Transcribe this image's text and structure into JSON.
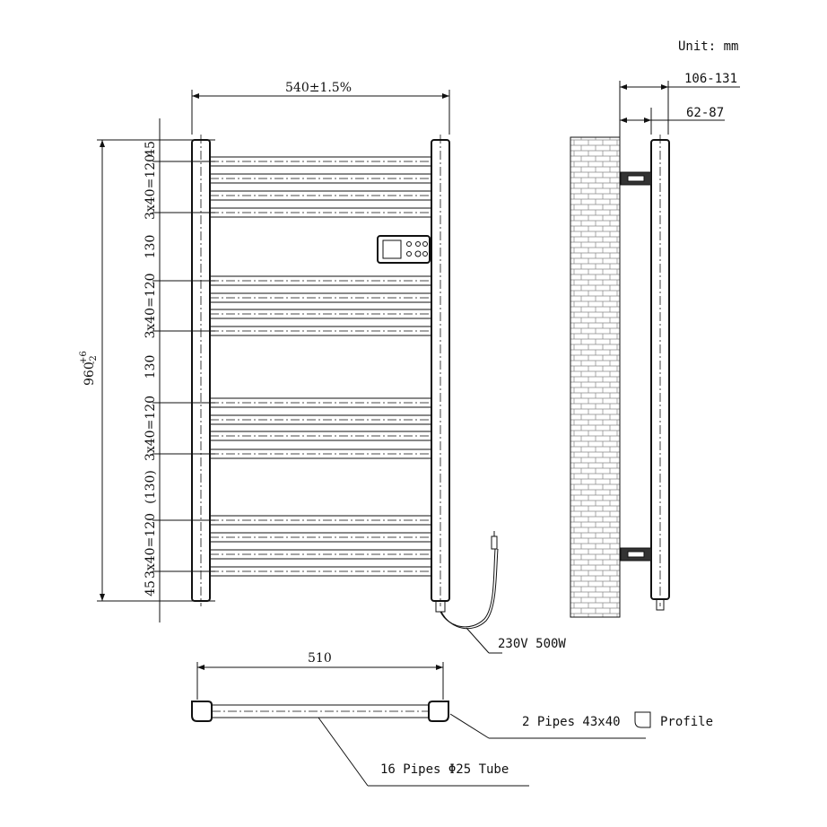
{
  "unit_label": "Unit: mm",
  "front_view": {
    "width_dim": "540±1.5%",
    "height_dim": "960",
    "height_tol_upper": "+6",
    "height_tol_lower": "-2",
    "spacings": [
      "45",
      "3x40=120",
      "130",
      "3x40=120",
      "130",
      "3x40=120",
      "(130)",
      "3x40=120",
      "45"
    ]
  },
  "side_view": {
    "dim_outer": "106-131",
    "dim_inner": "62-87"
  },
  "power_label": "230V 500W",
  "top_view": {
    "width_dim": "510",
    "profile_label": "2 Pipes 43x40",
    "profile_suffix": "Profile",
    "tube_label": "16 Pipes Φ25 Tube"
  }
}
